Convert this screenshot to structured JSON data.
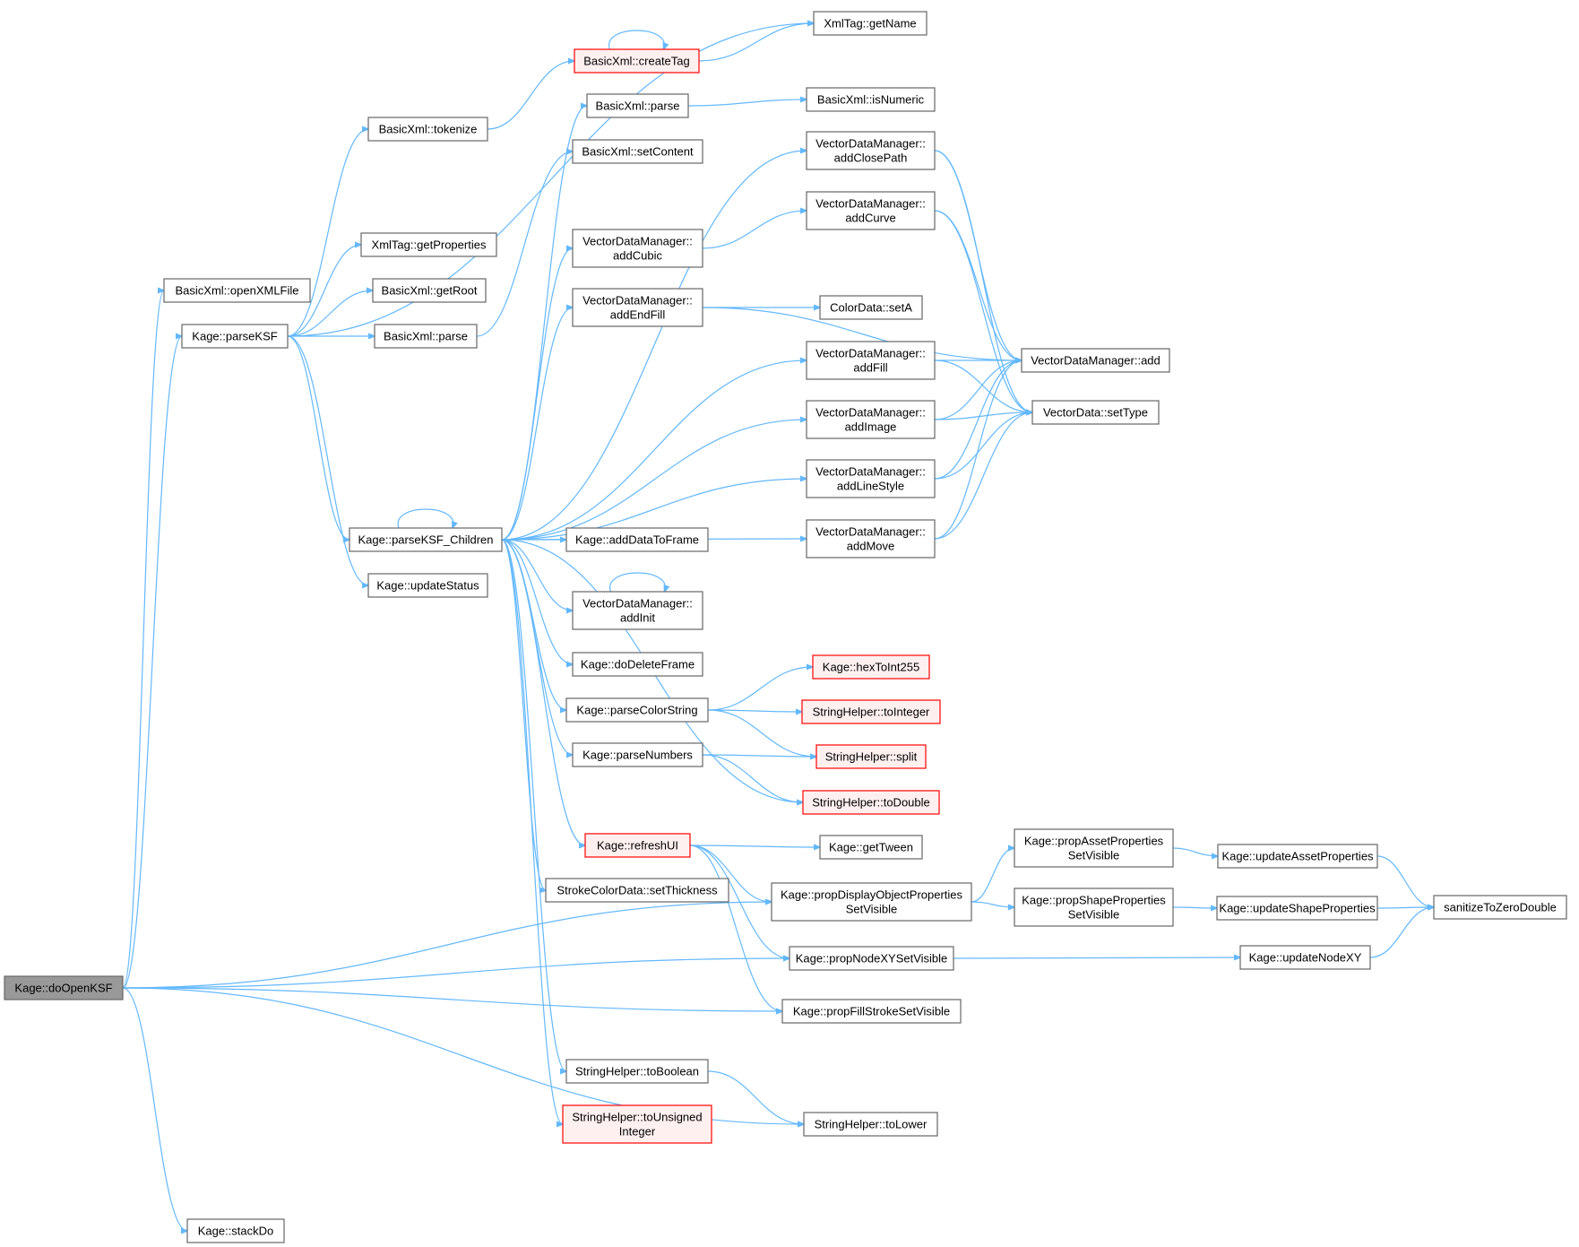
{
  "colors": {
    "edge": "#63b8ff",
    "node_border": "#666666",
    "highlight_border": "#ff0000",
    "highlight_fill": "#fff0f0",
    "root_fill": "#999999"
  },
  "nodes": [
    {
      "id": "doOpenKSF",
      "lines": [
        "Kage::doOpenKSF"
      ],
      "style": "root"
    },
    {
      "id": "openXMLFile",
      "lines": [
        "BasicXml::openXMLFile"
      ]
    },
    {
      "id": "parseKSF",
      "lines": [
        "Kage::parseKSF"
      ]
    },
    {
      "id": "stackDo",
      "lines": [
        "Kage::stackDo"
      ]
    },
    {
      "id": "tokenize",
      "lines": [
        "BasicXml::tokenize"
      ]
    },
    {
      "id": "getProperties",
      "lines": [
        "XmlTag::getProperties"
      ]
    },
    {
      "id": "getRoot",
      "lines": [
        "BasicXml::getRoot"
      ]
    },
    {
      "id": "bxParse1",
      "lines": [
        "BasicXml::parse"
      ]
    },
    {
      "id": "parseKSFChildren",
      "lines": [
        "Kage::parseKSF_Children"
      ]
    },
    {
      "id": "updateStatus",
      "lines": [
        "Kage::updateStatus"
      ]
    },
    {
      "id": "createTag",
      "lines": [
        "BasicXml::createTag"
      ],
      "style": "red"
    },
    {
      "id": "bxParse2",
      "lines": [
        "BasicXml::parse"
      ]
    },
    {
      "id": "setContent",
      "lines": [
        "BasicXml::setContent"
      ]
    },
    {
      "id": "addCubic",
      "lines": [
        "VectorDataManager::",
        "addCubic"
      ]
    },
    {
      "id": "addEndFill",
      "lines": [
        "VectorDataManager::",
        "addEndFill"
      ]
    },
    {
      "id": "addDataToFrame",
      "lines": [
        "Kage::addDataToFrame"
      ]
    },
    {
      "id": "addInit",
      "lines": [
        "VectorDataManager::",
        "addInit"
      ]
    },
    {
      "id": "doDeleteFrame",
      "lines": [
        "Kage::doDeleteFrame"
      ]
    },
    {
      "id": "parseColorString",
      "lines": [
        "Kage::parseColorString"
      ]
    },
    {
      "id": "parseNumbers",
      "lines": [
        "Kage::parseNumbers"
      ]
    },
    {
      "id": "refreshUI",
      "lines": [
        "Kage::refreshUI"
      ],
      "style": "red"
    },
    {
      "id": "setThickness",
      "lines": [
        "StrokeColorData::setThickness"
      ]
    },
    {
      "id": "toBoolean",
      "lines": [
        "StringHelper::toBoolean"
      ]
    },
    {
      "id": "toUnsignedInteger",
      "lines": [
        "StringHelper::toUnsigned",
        "Integer"
      ],
      "style": "red"
    },
    {
      "id": "getName",
      "lines": [
        "XmlTag::getName"
      ]
    },
    {
      "id": "isNumeric",
      "lines": [
        "BasicXml::isNumeric"
      ]
    },
    {
      "id": "addClosePath",
      "lines": [
        "VectorDataManager::",
        "addClosePath"
      ]
    },
    {
      "id": "addCurve",
      "lines": [
        "VectorDataManager::",
        "addCurve"
      ]
    },
    {
      "id": "setA",
      "lines": [
        "ColorData::setA"
      ]
    },
    {
      "id": "addFill",
      "lines": [
        "VectorDataManager::",
        "addFill"
      ]
    },
    {
      "id": "addImage",
      "lines": [
        "VectorDataManager::",
        "addImage"
      ]
    },
    {
      "id": "addLineStyle",
      "lines": [
        "VectorDataManager::",
        "addLineStyle"
      ]
    },
    {
      "id": "addMove",
      "lines": [
        "VectorDataManager::",
        "addMove"
      ]
    },
    {
      "id": "hexToInt255",
      "lines": [
        "Kage::hexToInt255"
      ],
      "style": "red"
    },
    {
      "id": "toInteger",
      "lines": [
        "StringHelper::toInteger"
      ],
      "style": "red"
    },
    {
      "id": "split",
      "lines": [
        "StringHelper::split"
      ],
      "style": "red"
    },
    {
      "id": "toDouble",
      "lines": [
        "StringHelper::toDouble"
      ],
      "style": "red"
    },
    {
      "id": "getTween",
      "lines": [
        "Kage::getTween"
      ]
    },
    {
      "id": "propDisplay",
      "lines": [
        "Kage::propDisplayObjectProperties",
        "SetVisible"
      ]
    },
    {
      "id": "propNodeXY",
      "lines": [
        "Kage::propNodeXYSetVisible"
      ]
    },
    {
      "id": "propFillStroke",
      "lines": [
        "Kage::propFillStrokeSetVisible"
      ]
    },
    {
      "id": "toLower",
      "lines": [
        "StringHelper::toLower"
      ]
    },
    {
      "id": "vdmAdd",
      "lines": [
        "VectorDataManager::add"
      ]
    },
    {
      "id": "setType",
      "lines": [
        "VectorData::setType"
      ]
    },
    {
      "id": "propAsset",
      "lines": [
        "Kage::propAssetProperties",
        "SetVisible"
      ]
    },
    {
      "id": "propShape",
      "lines": [
        "Kage::propShapeProperties",
        "SetVisible"
      ]
    },
    {
      "id": "updateAsset",
      "lines": [
        "Kage::updateAssetProperties"
      ]
    },
    {
      "id": "updateShape",
      "lines": [
        "Kage::updateShapeProperties"
      ]
    },
    {
      "id": "updateNodeXY",
      "lines": [
        "Kage::updateNodeXY"
      ]
    },
    {
      "id": "sanitize",
      "lines": [
        "sanitizeToZeroDouble"
      ]
    }
  ],
  "edges": [
    [
      "doOpenKSF",
      "openXMLFile"
    ],
    [
      "doOpenKSF",
      "parseKSF"
    ],
    [
      "doOpenKSF",
      "propDisplay"
    ],
    [
      "doOpenKSF",
      "propNodeXY"
    ],
    [
      "doOpenKSF",
      "propFillStroke"
    ],
    [
      "doOpenKSF",
      "toLower"
    ],
    [
      "doOpenKSF",
      "stackDo"
    ],
    [
      "parseKSF",
      "getName"
    ],
    [
      "parseKSF",
      "tokenize"
    ],
    [
      "parseKSF",
      "getProperties"
    ],
    [
      "parseKSF",
      "getRoot"
    ],
    [
      "parseKSF",
      "bxParse1"
    ],
    [
      "parseKSF",
      "parseKSFChildren"
    ],
    [
      "parseKSF",
      "updateStatus"
    ],
    [
      "tokenize",
      "createTag"
    ],
    [
      "createTag",
      "createTag"
    ],
    [
      "createTag",
      "getName"
    ],
    [
      "bxParse1",
      "setContent"
    ],
    [
      "bxParse2",
      "isNumeric"
    ],
    [
      "parseKSFChildren",
      "parseKSFChildren"
    ],
    [
      "parseKSFChildren",
      "bxParse2"
    ],
    [
      "parseKSFChildren",
      "addClosePath"
    ],
    [
      "parseKSFChildren",
      "addCubic"
    ],
    [
      "parseKSFChildren",
      "addEndFill"
    ],
    [
      "parseKSFChildren",
      "addFill"
    ],
    [
      "parseKSFChildren",
      "addImage"
    ],
    [
      "parseKSFChildren",
      "addLineStyle"
    ],
    [
      "parseKSFChildren",
      "addMove"
    ],
    [
      "parseKSFChildren",
      "addDataToFrame"
    ],
    [
      "parseKSFChildren",
      "addInit"
    ],
    [
      "parseKSFChildren",
      "doDeleteFrame"
    ],
    [
      "parseKSFChildren",
      "parseColorString"
    ],
    [
      "parseKSFChildren",
      "parseNumbers"
    ],
    [
      "parseKSFChildren",
      "toDouble"
    ],
    [
      "parseKSFChildren",
      "refreshUI"
    ],
    [
      "parseKSFChildren",
      "setThickness"
    ],
    [
      "parseKSFChildren",
      "toBoolean"
    ],
    [
      "parseKSFChildren",
      "toUnsignedInteger"
    ],
    [
      "addInit",
      "addInit"
    ],
    [
      "addCubic",
      "addCurve"
    ],
    [
      "addEndFill",
      "setA"
    ],
    [
      "addEndFill",
      "vdmAdd"
    ],
    [
      "addClosePath",
      "vdmAdd"
    ],
    [
      "addClosePath",
      "setType"
    ],
    [
      "addCurve",
      "vdmAdd"
    ],
    [
      "addCurve",
      "setType"
    ],
    [
      "addFill",
      "vdmAdd"
    ],
    [
      "addFill",
      "setType"
    ],
    [
      "addImage",
      "vdmAdd"
    ],
    [
      "addImage",
      "setType"
    ],
    [
      "addLineStyle",
      "vdmAdd"
    ],
    [
      "addLineStyle",
      "setType"
    ],
    [
      "addMove",
      "vdmAdd"
    ],
    [
      "addMove",
      "setType"
    ],
    [
      "parseColorString",
      "hexToInt255"
    ],
    [
      "parseColorString",
      "toInteger"
    ],
    [
      "parseColorString",
      "split"
    ],
    [
      "parseNumbers",
      "split"
    ],
    [
      "parseNumbers",
      "toDouble"
    ],
    [
      "refreshUI",
      "getTween"
    ],
    [
      "refreshUI",
      "propDisplay"
    ],
    [
      "refreshUI",
      "propNodeXY"
    ],
    [
      "refreshUI",
      "propFillStroke"
    ],
    [
      "propDisplay",
      "propAsset"
    ],
    [
      "propDisplay",
      "propShape"
    ],
    [
      "propAsset",
      "updateAsset"
    ],
    [
      "propShape",
      "updateShape"
    ],
    [
      "propNodeXY",
      "updateNodeXY"
    ],
    [
      "updateAsset",
      "sanitize"
    ],
    [
      "updateShape",
      "sanitize"
    ],
    [
      "updateNodeXY",
      "sanitize"
    ],
    [
      "toBoolean",
      "toLower"
    ]
  ]
}
